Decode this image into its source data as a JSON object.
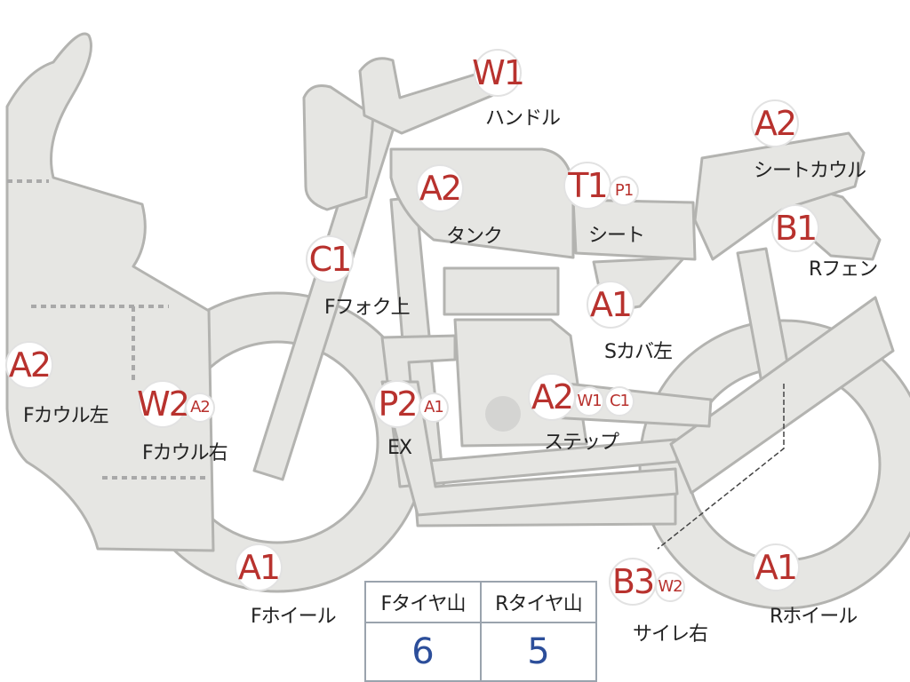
{
  "parts": [
    {
      "id": "handle",
      "codes": [
        "W1"
      ],
      "label": "ハンドル"
    },
    {
      "id": "seat-cowl",
      "codes": [
        "A2"
      ],
      "label": "シートカウル"
    },
    {
      "id": "tank",
      "codes": [
        "A2"
      ],
      "label": "タンク"
    },
    {
      "id": "seat",
      "codes": [
        "T1",
        "P1"
      ],
      "label": "シート"
    },
    {
      "id": "r-fender",
      "codes": [
        "B1"
      ],
      "label": "Rフェン"
    },
    {
      "id": "f-fork-upper",
      "codes": [
        "C1"
      ],
      "label": "Fフォク上"
    },
    {
      "id": "s-cover-left",
      "codes": [
        "A1"
      ],
      "label": "Sカバ左"
    },
    {
      "id": "f-cowl-left",
      "codes": [
        "A2"
      ],
      "label": "Fカウル左"
    },
    {
      "id": "f-cowl-right",
      "codes": [
        "W2",
        "A2"
      ],
      "label": "Fカウル右"
    },
    {
      "id": "ex",
      "codes": [
        "P2",
        "A1"
      ],
      "label": "EX"
    },
    {
      "id": "step",
      "codes": [
        "A2",
        "W1",
        "C1"
      ],
      "label": "ステップ"
    },
    {
      "id": "f-wheel",
      "codes": [
        "A1"
      ],
      "label": "Fホイール"
    },
    {
      "id": "silencer-right",
      "codes": [
        "B3",
        "W2"
      ],
      "label": "サイレ右"
    },
    {
      "id": "r-wheel",
      "codes": [
        "A1"
      ],
      "label": "Rホイール"
    }
  ],
  "tire_table": {
    "headers": [
      "Fタイヤ山",
      "Rタイヤ山"
    ],
    "values": [
      "6",
      "5"
    ]
  },
  "colors": {
    "part_fill": "#e6e6e3",
    "part_stroke": "#b3b3b0",
    "code_red": "#b8322e",
    "value_blue": "#2c4e9a",
    "dotted_line": "#a9a9a9"
  }
}
